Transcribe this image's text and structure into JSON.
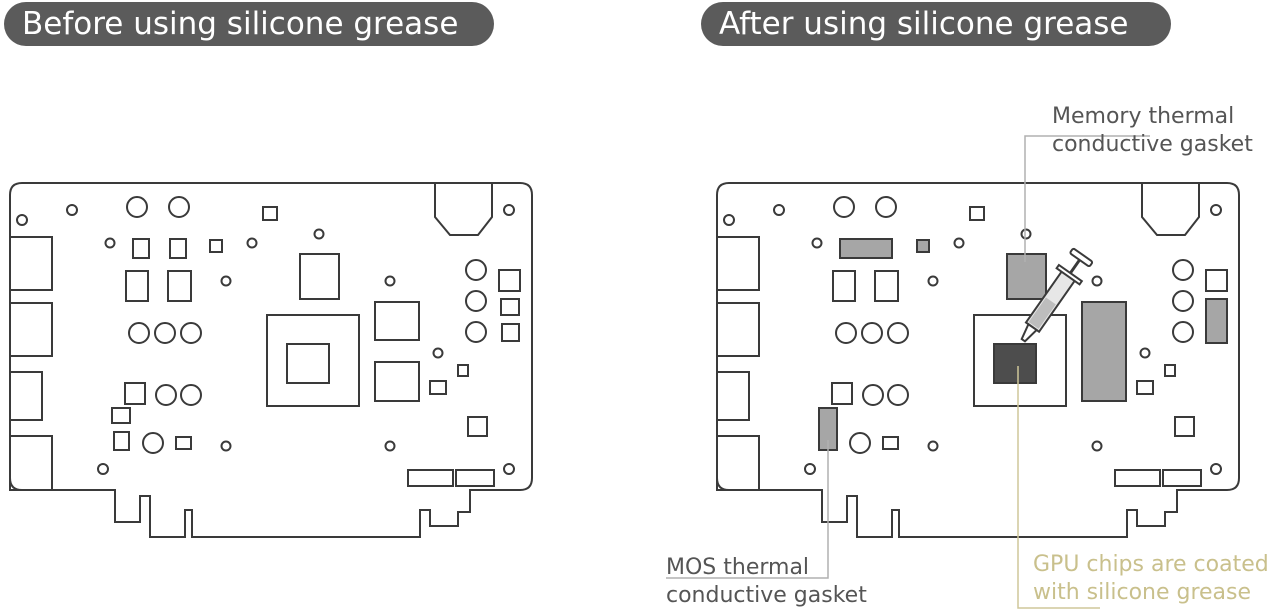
{
  "headers": {
    "before": "Before using silicone grease",
    "after": "After using silicone grease"
  },
  "callouts": {
    "memory": [
      "Memory thermal",
      "conductive gasket"
    ],
    "mos": [
      "MOS thermal",
      "conductive gasket"
    ],
    "gpu": [
      "GPU chips are coated",
      "with silicone grease"
    ]
  },
  "colors": {
    "pill_bg": "#5b5b5b",
    "pill_text": "#ffffff",
    "outline": "#3a3a3a",
    "gasket_fill": "#a6a6a6",
    "gpu_grease_fill": "#4d4d4d",
    "gpu_callout_text": "#c9c08c",
    "leader_gray": "#b0b0b0",
    "leader_gold": "#cfc79a"
  },
  "icons": {
    "syringe": "grease-syringe-icon"
  }
}
